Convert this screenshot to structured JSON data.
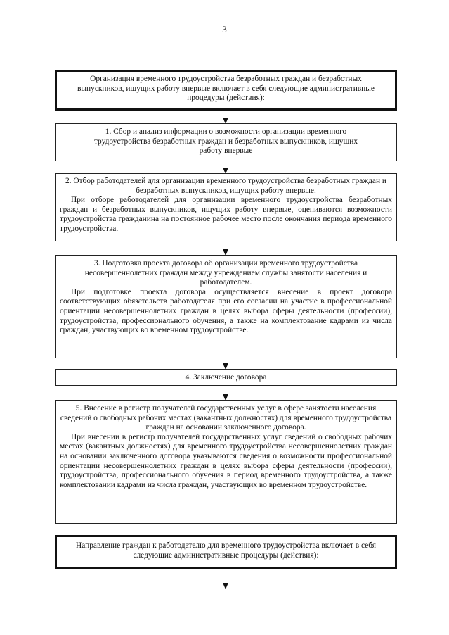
{
  "page_number": "3",
  "intro": "Организация временного трудоустройства безработных граждан и безработных выпускников, ищущих работу впервые включает в себя следующие административные процедуры (действия):",
  "step1": "1. Сбор и анализ информации о возможности организации временного трудоустройства безработных граждан и безработных выпускников, ищущих работу впервые",
  "step2": {
    "title": "2. Отбор работодателей для организации временного трудоустройства безработных граждан и безработных выпускников, ищущих работу впервые.",
    "text": "При отборе работодателей для организации временного трудоустройства безработных граждан и безработных выпускников, ищущих работу впервые, оцениваются возможности трудоустройства гражданина на постоянное рабочее место после окончания периода временного трудоустройства."
  },
  "step3": {
    "title": "3. Подготовка проекта договора об организации временного трудоустройства несовершеннолетних граждан между учреждением службы занятости населения и работодателем.",
    "text": "При подготовке проекта договора осуществляется внесение в проект договора соответствующих обязательств работодателя при его согласии на участие в профессиональной ориентации несовершеннолетних граждан в целях выбора сферы деятельности (профессии), трудоустройства, профессионального обучения, а также на комплектование кадрами из числа граждан, участвующих во временном трудоустройстве."
  },
  "step4": "4. Заключение договора",
  "step5": {
    "title": "5. Внесение в регистр получателей государственных услуг в сфере занятости населения сведений о свободных рабочих местах (вакантных должностях) для временного трудоустройства граждан на основании заключенного договора.",
    "text": "При внесении в регистр получателей государственных услуг сведений о свободных рабочих местах (вакантных должностях) для временного трудоустройства несовершеннолетних граждан на основании заключенного договора указываются сведения о возможности профессиональной ориентации несовершеннолетних граждан в целях выбора сферы деятельности (профессии), трудоустройства, профессионального обучения в период временного трудоустройства, а также комплектовании кадрами из числа граждан, участвующих во временном трудоустройстве."
  },
  "outro": "Направление граждан к работодателю для временного трудоустройства включает в себя следующие административные процедуры (действия):"
}
